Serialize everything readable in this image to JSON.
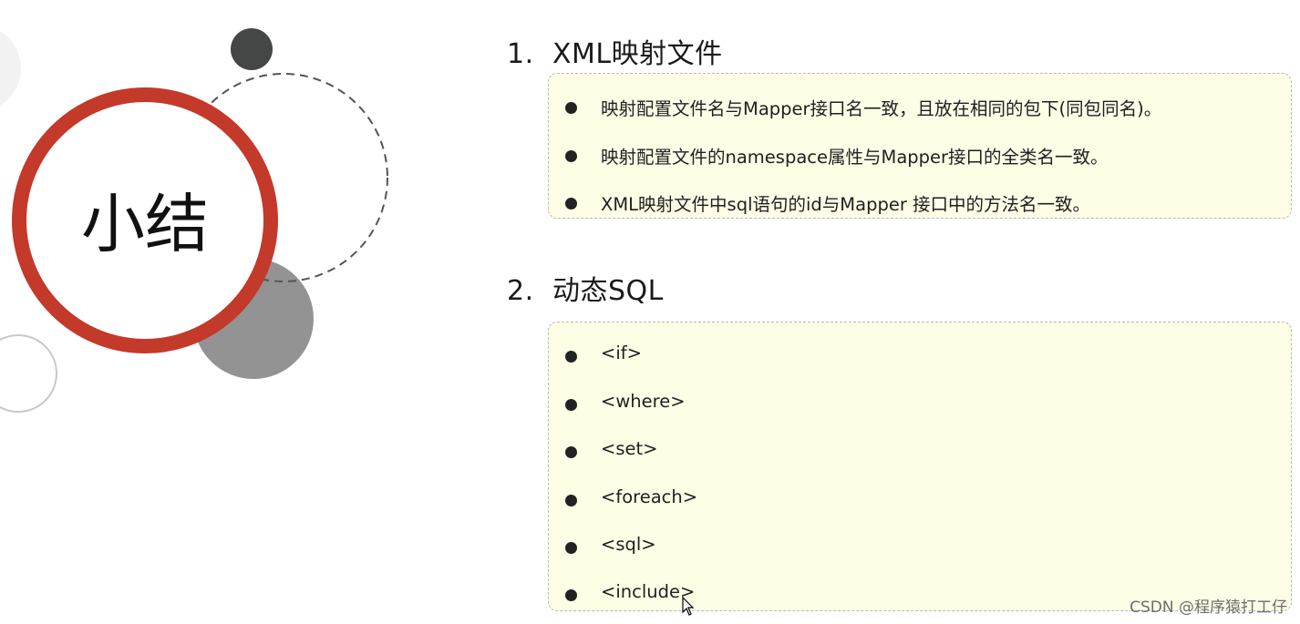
{
  "title": "小结",
  "colors": {
    "ring": "#c3392a",
    "box_bg": "#fefde6",
    "dark_dot": "#454646",
    "gray_circle": "#939393"
  },
  "sections": [
    {
      "number": "1.",
      "heading": "XML映射文件",
      "items": [
        "映射配置文件名与Mapper接口名一致，且放在相同的包下(同包同名)。",
        "映射配置文件的namespace属性与Mapper接口的全类名一致。",
        "XML映射文件中sql语句的id与Mapper 接口中的方法名一致。"
      ]
    },
    {
      "number": "2.",
      "heading": "动态SQL",
      "items": [
        "<if>",
        "<where>",
        "<set>",
        "<foreach>",
        "<sql>",
        "<include>"
      ]
    }
  ],
  "watermark": "CSDN @程序猿打工仔",
  "icons": [
    "bullet-icon",
    "mouse-cursor-icon"
  ]
}
